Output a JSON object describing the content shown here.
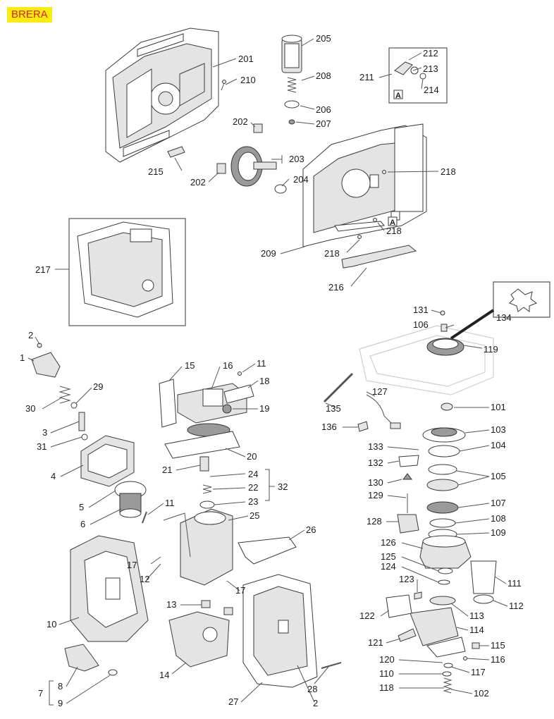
{
  "brand": "BRERA",
  "inset_detail_letter": "A",
  "box_letter": "A",
  "labels": {
    "l201": "201",
    "l205": "205",
    "l210": "210",
    "l208": "208",
    "l212": "212",
    "l213": "213",
    "l211": "211",
    "l214": "214",
    "l206": "206",
    "l207": "207",
    "l202a": "202",
    "l203": "203",
    "l218a": "218",
    "l202b": "202",
    "l204": "204",
    "l215": "215",
    "l218b": "218",
    "l209": "209",
    "l218c": "218",
    "l216": "216",
    "l217": "217",
    "l131": "131",
    "l134": "134",
    "l106": "106",
    "l119": "119",
    "l2a": "2",
    "l1": "1",
    "l29": "29",
    "l30": "30",
    "l3": "3",
    "l31": "31",
    "l4": "4",
    "l5": "5",
    "l6": "6",
    "l11a": "11",
    "l15": "15",
    "l16": "16",
    "l11b": "11",
    "l18": "18",
    "l19": "19",
    "l20": "20",
    "l21": "21",
    "l24": "24",
    "l22": "22",
    "l23": "23",
    "l32": "32",
    "l25": "25",
    "l26": "26",
    "l17a": "17",
    "l12": "12",
    "l17b": "17",
    "l13": "13",
    "l10": "10",
    "l14": "14",
    "l8": "8",
    "l7": "7",
    "l9": "9",
    "l27": "27",
    "l28": "28",
    "l2b": "2",
    "l127": "127",
    "l135": "135",
    "l136": "136",
    "l101": "101",
    "l103": "103",
    "l104": "104",
    "l133": "133",
    "l132": "132",
    "l105": "105",
    "l130": "130",
    "l129": "129",
    "l107": "107",
    "l128": "128",
    "l108": "108",
    "l109": "109",
    "l126": "126",
    "l125": "125",
    "l124": "124",
    "l111": "111",
    "l123": "123",
    "l112": "112",
    "l122": "122",
    "l113": "113",
    "l114": "114",
    "l121": "121",
    "l115": "115",
    "l116": "116",
    "l120": "120",
    "l117": "117",
    "l110": "110",
    "l118": "118",
    "l102": "102"
  },
  "colors": {
    "brand_bg": "#fcec0c",
    "brand_text": "#d81e1e",
    "line": "#3a3a3a"
  }
}
